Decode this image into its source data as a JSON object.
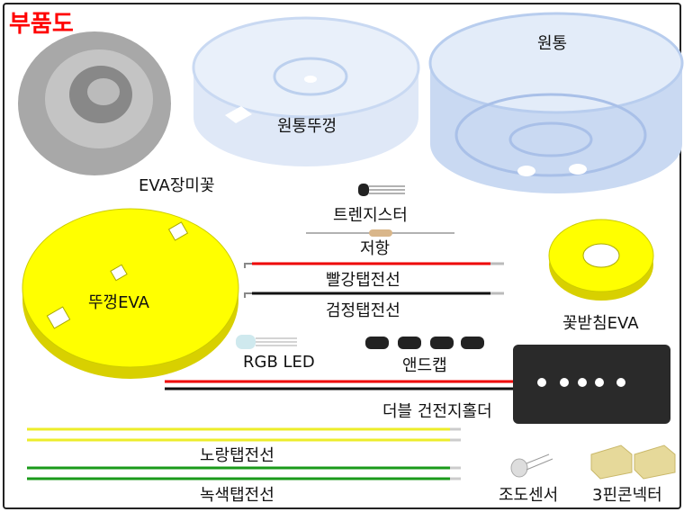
{
  "title": "부품도",
  "parts": {
    "rose": "EVA장미꽃",
    "cylinder_lid": "원통뚜껑",
    "cylinder": "원통",
    "transistor": "트렌지스터",
    "resistor": "저항",
    "red_wire": "빨강탭전선",
    "black_wire": "검정탭전선",
    "calyx_eva": "꽃받침EVA",
    "lid_eva": "뚜껑EVA",
    "rgb_led": "RGB LED",
    "end_cap": "앤드캡",
    "battery_holder": "더블 건전지홀더",
    "yellow_wire": "노랑탭전선",
    "green_wire": "녹색탭전선",
    "light_sensor": "조도센서",
    "connector": "3핀콘넥터"
  },
  "colors": {
    "title": "#ff0000",
    "eva": "#ffff00",
    "cylinder": "#c9d9f2"
  }
}
